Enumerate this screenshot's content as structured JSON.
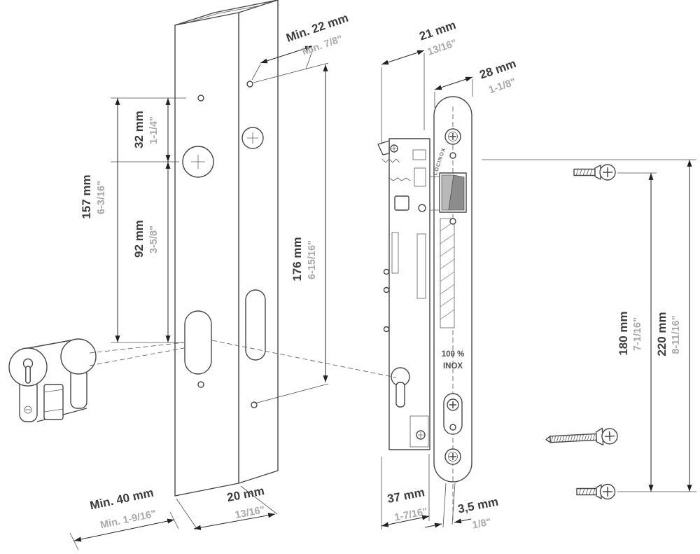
{
  "diagram": {
    "type": "technical-drawing",
    "subject": "insert-lock-mounting-dimensions",
    "colors": {
      "background": "#ffffff",
      "object_line": "#474747",
      "dimension_line": "#262626",
      "mm_text": "#3c3c3c",
      "inch_text": "#a9a9a9"
    },
    "annotations": {
      "material_line1": "100 %",
      "material_line2": "INOX",
      "brand": "LOCINOX"
    },
    "dimensions": {
      "min_insert_width": {
        "mm": "Min. 22 mm",
        "inch": "Min. 7/8\""
      },
      "case_width_top": {
        "mm": "21 mm",
        "inch": "13/16\""
      },
      "faceplate_width": {
        "mm": "28 mm",
        "inch": "1-1/8\""
      },
      "top_hole_offset": {
        "mm": "32 mm",
        "inch": "1-1/4\""
      },
      "cylinder_offset": {
        "mm": "157 mm",
        "inch": "6-3/16\""
      },
      "handle_distance": {
        "mm": "92 mm",
        "inch": "3-5/8\""
      },
      "side_hole_spacing": {
        "mm": "176 mm",
        "inch": "6-15/16\""
      },
      "screw_spacing": {
        "mm": "180 mm",
        "inch": "7-1/16\""
      },
      "faceplate_hole_spacing": {
        "mm": "220 mm",
        "inch": "8-11/16\""
      },
      "min_profile_depth": {
        "mm": "Min. 40 mm",
        "inch": "Min. 1-9/16\""
      },
      "profile_width": {
        "mm": "20 mm",
        "inch": "13/16\""
      },
      "case_depth": {
        "mm": "37 mm",
        "inch": "1-7/16\""
      },
      "faceplate_thickness": {
        "mm": "3,5 mm",
        "inch": "1/8\""
      }
    }
  }
}
